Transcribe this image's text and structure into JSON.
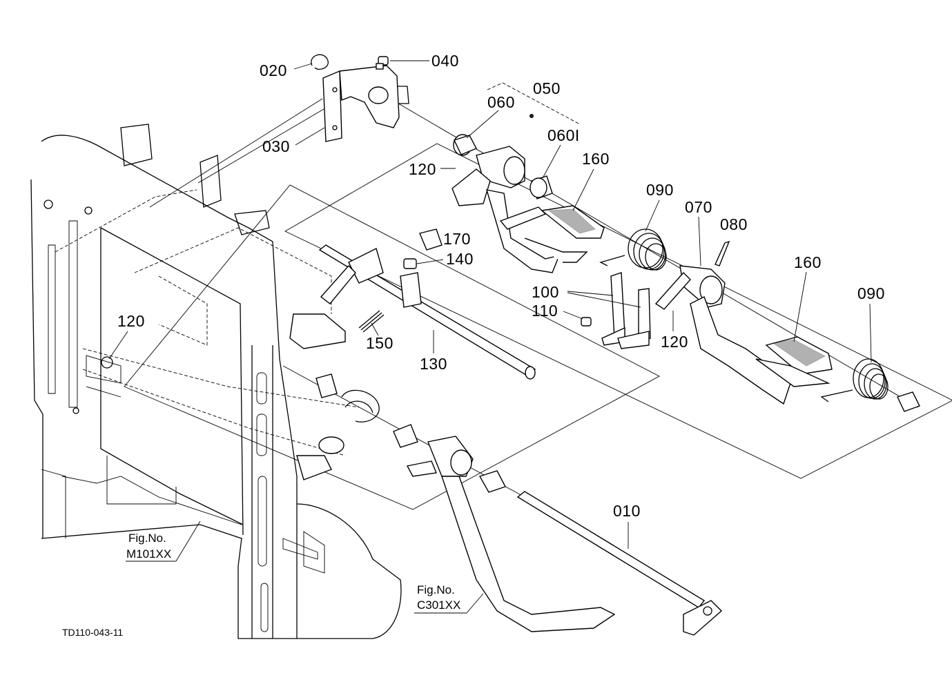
{
  "diagram": {
    "part_labels": [
      {
        "id": "020",
        "text": "020"
      },
      {
        "id": "040",
        "text": "040"
      },
      {
        "id": "050",
        "text": "050"
      },
      {
        "id": "060a",
        "text": "060"
      },
      {
        "id": "060b",
        "text": "060I"
      },
      {
        "id": "030",
        "text": "030"
      },
      {
        "id": "120a",
        "text": "120"
      },
      {
        "id": "160a",
        "text": "160"
      },
      {
        "id": "090a",
        "text": "090"
      },
      {
        "id": "070",
        "text": "070"
      },
      {
        "id": "080",
        "text": "080"
      },
      {
        "id": "170",
        "text": "170"
      },
      {
        "id": "140",
        "text": "140"
      },
      {
        "id": "100",
        "text": "100"
      },
      {
        "id": "110",
        "text": "110"
      },
      {
        "id": "160b",
        "text": "160"
      },
      {
        "id": "090b",
        "text": "090"
      },
      {
        "id": "120b",
        "text": "120"
      },
      {
        "id": "120c",
        "text": "120"
      },
      {
        "id": "150",
        "text": "150"
      },
      {
        "id": "130",
        "text": "130"
      },
      {
        "id": "010",
        "text": "010"
      }
    ],
    "figure_refs": [
      {
        "id": "m101",
        "line1": "Fig.No.",
        "line2": "M101XX"
      },
      {
        "id": "c301",
        "line1": "Fig.No.",
        "line2": "C301XX"
      }
    ],
    "drawing_code": "TD110-043-11"
  }
}
